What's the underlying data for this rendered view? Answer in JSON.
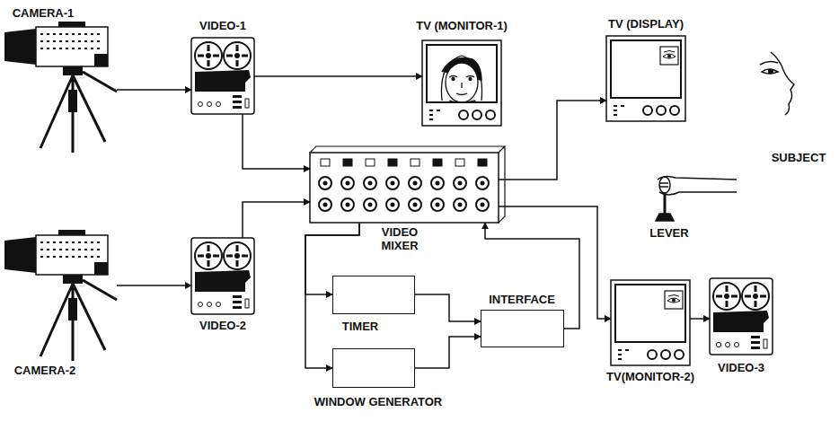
{
  "diagram": {
    "nodes": [
      {
        "text": [
          "CAMERA-1"
        ]
      },
      {
        "text": [
          "VIDEO-1"
        ]
      },
      {
        "text": [
          "TV (MONITOR-1)"
        ]
      },
      {
        "text": [
          "TV (DISPLAY)"
        ]
      },
      {
        "text": [
          "VIDEO MIXER"
        ]
      },
      {
        "text": [
          "CAMERA-2"
        ]
      },
      {
        "text": [
          "VIDEO-2"
        ]
      },
      {
        "text": [
          "TIMER"
        ]
      },
      {
        "text": [
          "INTERFACE"
        ]
      },
      {
        "text": [
          "TV(MONITOR-2)"
        ]
      },
      {
        "text": [
          "VIDEO-3"
        ]
      },
      {
        "text": [
          "WINDOW GENERATOR"
        ]
      }
    ],
    "edges": [
      {
        "from": 0,
        "to": 1,
        "arrow": "to"
      },
      {
        "from": 1,
        "to": 2,
        "arrow": "to"
      },
      {
        "from": 1,
        "to": 4,
        "arrow": "to"
      },
      {
        "from": 5,
        "to": 6,
        "arrow": "to"
      },
      {
        "from": 6,
        "to": 4,
        "arrow": "to"
      },
      {
        "from": 4,
        "to": 3,
        "arrow": "to"
      },
      {
        "from": 4,
        "to": 9,
        "arrow": "to"
      },
      {
        "from": 9,
        "to": 10,
        "arrow": "to"
      },
      {
        "from": 4,
        "to": 7,
        "arrow": "to"
      },
      {
        "from": 4,
        "to": 11,
        "arrow": "to"
      },
      {
        "from": 7,
        "to": 8,
        "arrow": "to"
      },
      {
        "from": 11,
        "to": 8,
        "arrow": "to"
      },
      {
        "from": 8,
        "to": 4,
        "arrow": "to"
      }
    ],
    "labels": [
      "SUBJECT",
      "LEVER"
    ]
  }
}
